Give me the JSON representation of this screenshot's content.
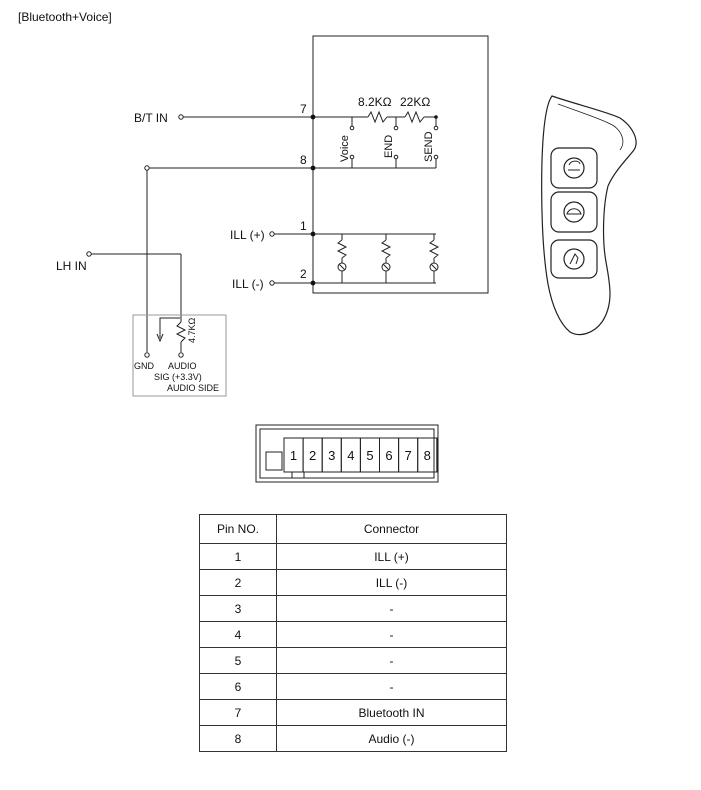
{
  "title": "[Bluetooth+Voice]",
  "labels": {
    "bt_in": "B/T IN",
    "lh_in": "LH IN",
    "ill_plus": "ILL (+)",
    "ill_minus": "ILL (-)",
    "pin7": "7",
    "pin8": "8",
    "pin1": "1",
    "pin2": "2",
    "res_82k": "8.2KΩ",
    "res_22k": "22KΩ",
    "res_47k": "4.7KΩ",
    "sw_voice": "Voice",
    "sw_end": "END",
    "sw_send": "SEND",
    "gnd": "GND",
    "audio": "AUDIO",
    "sig": "SIG (+3.3V)",
    "audio_side": "AUDIO SIDE"
  },
  "connector_pins": [
    "1",
    "2",
    "3",
    "4",
    "5",
    "6",
    "7",
    "8"
  ],
  "table": {
    "headers": [
      "Pin NO.",
      "Connector"
    ],
    "rows": [
      [
        "1",
        "ILL (+)"
      ],
      [
        "2",
        "ILL (-)"
      ],
      [
        "3",
        "-"
      ],
      [
        "4",
        "-"
      ],
      [
        "5",
        "-"
      ],
      [
        "6",
        "-"
      ],
      [
        "7",
        "Bluetooth IN"
      ],
      [
        "8",
        "Audio (-)"
      ]
    ]
  }
}
